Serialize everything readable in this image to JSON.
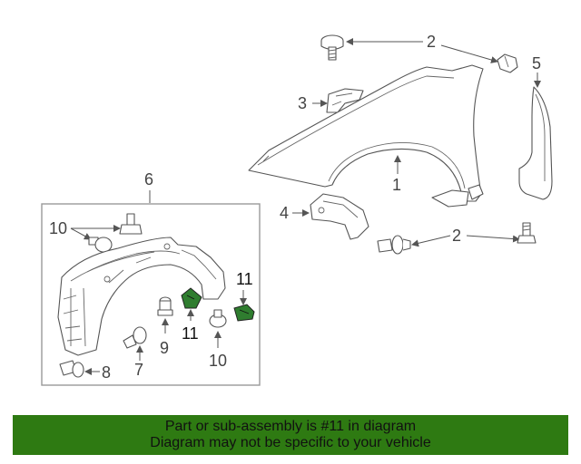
{
  "callouts": {
    "c1": "1",
    "c2a": "2",
    "c2b": "2",
    "c3": "3",
    "c4": "4",
    "c5": "5",
    "c6": "6",
    "c7": "7",
    "c8": "8",
    "c9": "9",
    "c10a": "10",
    "c10b": "10",
    "c11a": "11",
    "c11b": "11"
  },
  "banner": {
    "line1": "Part or sub-assembly is #11 in diagram",
    "line2": "Diagram may not be specific to your vehicle"
  },
  "colors": {
    "banner_bg": "#2e7a12",
    "highlight_part": "#2f7d2f"
  }
}
